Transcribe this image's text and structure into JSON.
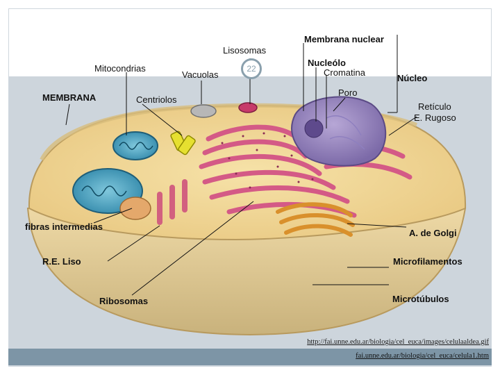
{
  "slide_number": "22",
  "labels": {
    "lisosomas": "Lisosomas",
    "membrana_nuclear": "Membrana nuclear",
    "mitocondrias": "Mitocondrias",
    "vacuolas": "Vacuolas",
    "nucleolo": "Nucleólo",
    "cromatina": "Cromatina",
    "nucleo": "Núcleo",
    "membrana": "MEMBRANA",
    "centriolos": "Centriolos",
    "poro": "Poro",
    "reticulo_line1": "Retículo",
    "reticulo_line2": "E. Rugoso",
    "fibras": "fibras intermedias",
    "golgi": "A. de Golgi",
    "re_liso": "R.E. Liso",
    "microfilamentos": "Microfilamentos",
    "ribosomas": "Ribosomas",
    "microtubulos": "Microtúbulos"
  },
  "links": {
    "url1": "http://fai.unne.edu.ar/biologia/cel_euca/images/celulaaldea.gif",
    "url2": "fai.unne.edu.ar/biologia/cel_euca/celula1.htm"
  }
}
